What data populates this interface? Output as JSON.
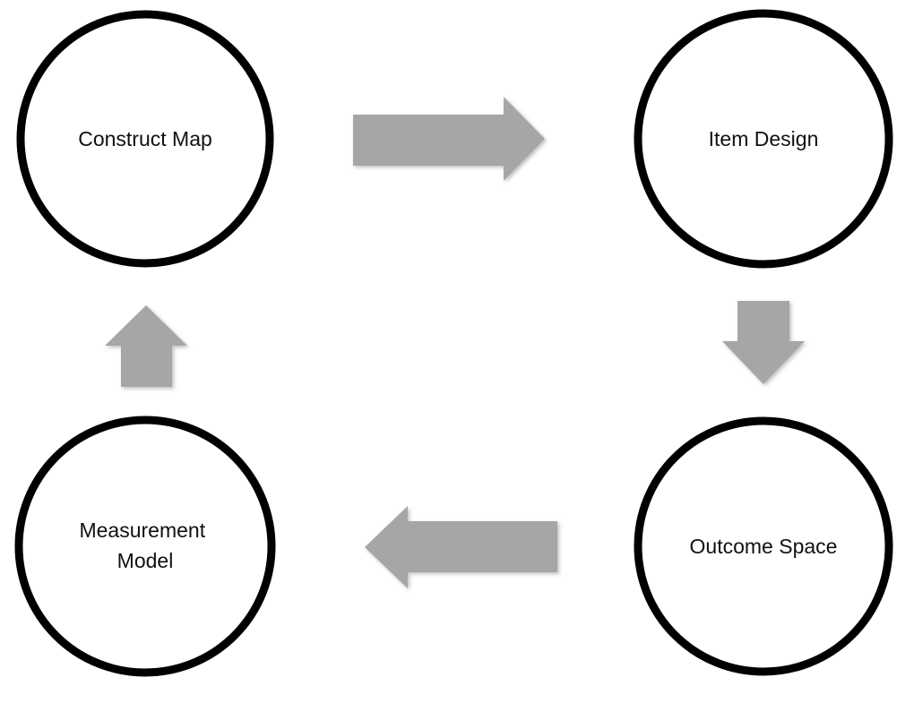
{
  "diagram": {
    "nodes": {
      "construct_map": {
        "label_lines": [
          "Construct Map"
        ]
      },
      "item_design": {
        "label_lines": [
          "Item Design"
        ]
      },
      "outcome_space": {
        "label_lines": [
          "Outcome Space"
        ]
      },
      "measurement_model": {
        "label_lines": [
          "Measurement",
          "Model"
        ]
      }
    },
    "edges": [
      {
        "from": "construct_map",
        "to": "item_design"
      },
      {
        "from": "item_design",
        "to": "outcome_space"
      },
      {
        "from": "outcome_space",
        "to": "measurement_model"
      },
      {
        "from": "measurement_model",
        "to": "construct_map"
      }
    ],
    "colors": {
      "node_stroke": "#000000",
      "node_fill": "#ffffff",
      "arrow_fill": "#a6a6a6",
      "text": "#111111"
    }
  }
}
